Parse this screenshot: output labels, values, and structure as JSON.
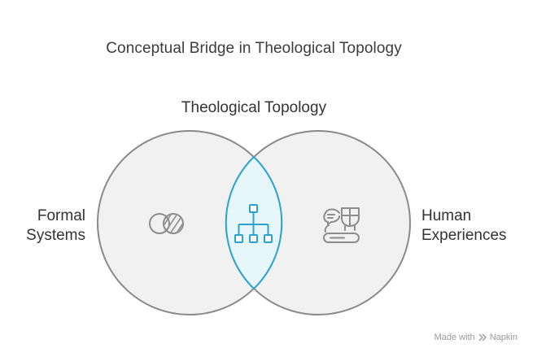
{
  "title": "Conceptual Bridge in Theological Topology",
  "labels": {
    "top": "Theological Topology",
    "left_line1": "Formal",
    "left_line2": "Systems",
    "right_line1": "Human",
    "right_line2": "Experiences"
  },
  "icons": {
    "left": "overlapping-circles-icon",
    "center": "hierarchy-tree-icon",
    "right": "chat-brain-icon"
  },
  "colors": {
    "circle_fill": "#f1f1f1",
    "circle_stroke": "#8a8a8a",
    "intersection_fill": "#e6f6fb",
    "intersection_stroke": "#2aa3cf",
    "icon_gray": "#8d8d8d"
  },
  "footer": {
    "made_with": "Made with",
    "brand": "Napkin"
  }
}
